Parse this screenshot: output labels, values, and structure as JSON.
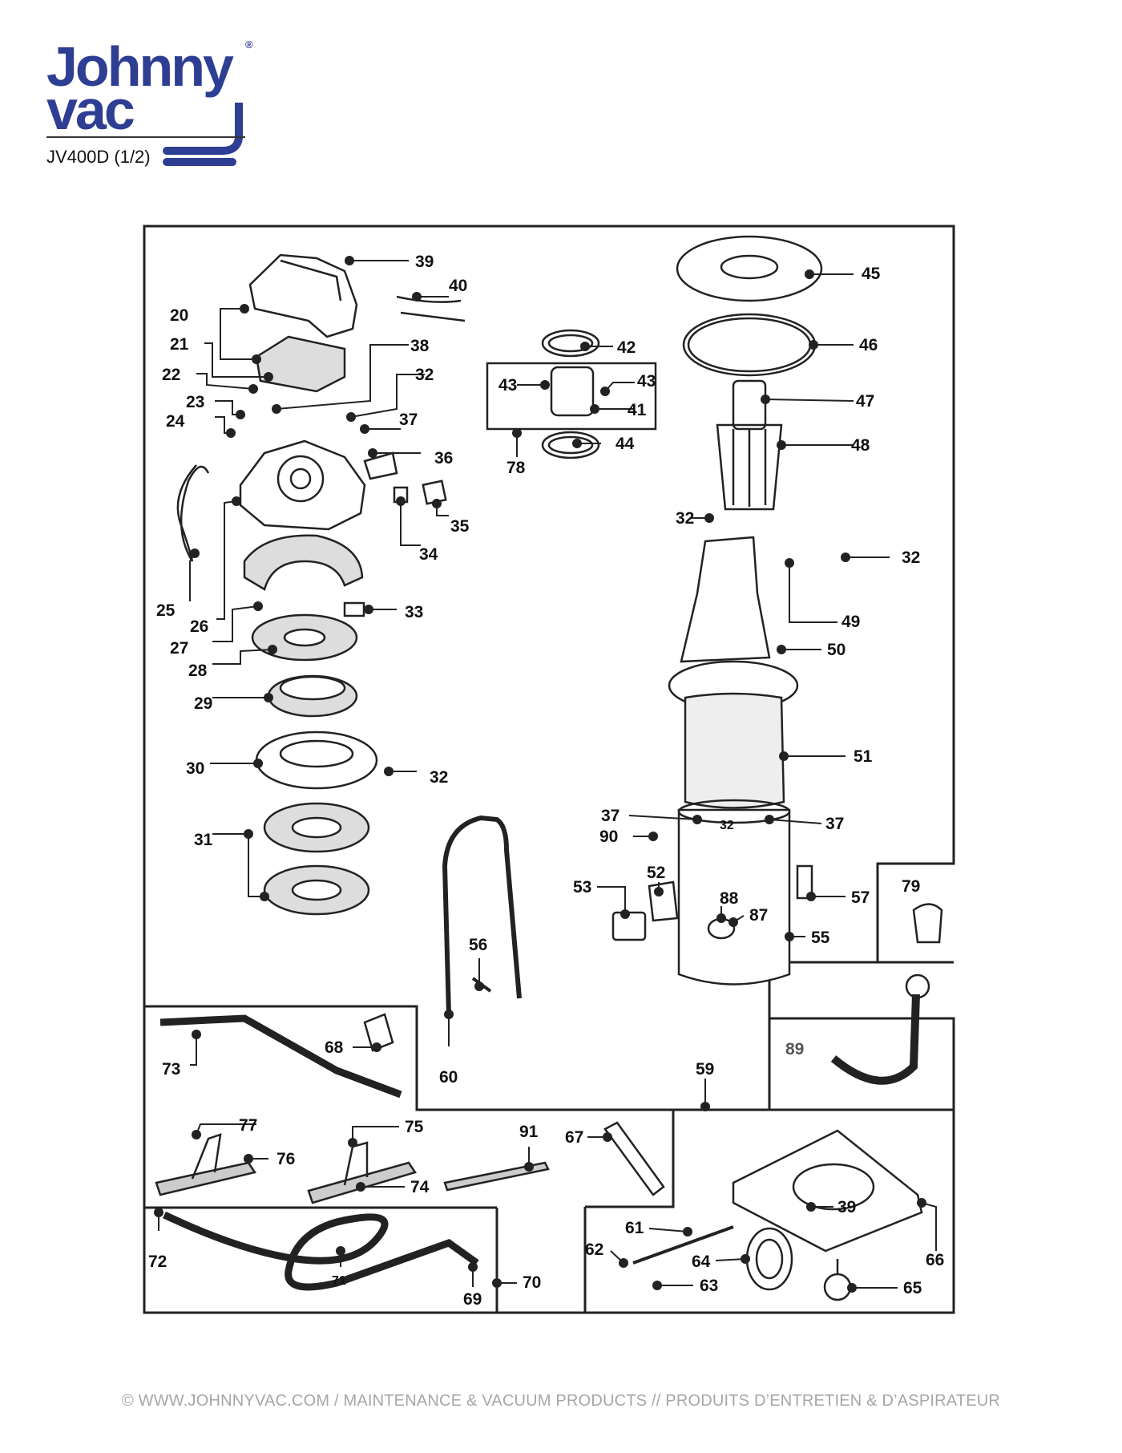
{
  "header": {
    "brand_line1": "Johnny",
    "brand_line2": "vac",
    "registered_mark": "®",
    "model": "JV400D (1/2)",
    "brand_color": "#2e3e93"
  },
  "callouts": [
    "20",
    "21",
    "22",
    "23",
    "24",
    "25",
    "26",
    "27",
    "28",
    "29",
    "30",
    "31",
    "32",
    "33",
    "34",
    "35",
    "36",
    "37",
    "38",
    "39",
    "40",
    "41",
    "42",
    "43",
    "44",
    "45",
    "46",
    "47",
    "48",
    "49",
    "50",
    "51",
    "52",
    "53",
    "55",
    "56",
    "57",
    "59",
    "60",
    "61",
    "62",
    "63",
    "64",
    "65",
    "66",
    "67",
    "68",
    "69",
    "70",
    "71",
    "72",
    "73",
    "74",
    "75",
    "76",
    "77",
    "78",
    "79",
    "87",
    "88",
    "89",
    "90",
    "91"
  ],
  "labels": {
    "p39a": "39",
    "p40": "40",
    "p20": "20",
    "p21": "21",
    "p38": "38",
    "p22": "22",
    "p32a": "32",
    "p23": "23",
    "p37a": "37",
    "p24": "24",
    "p36": "36",
    "p35": "35",
    "p34": "34",
    "p25": "25",
    "p26": "26",
    "p33": "33",
    "p27": "27",
    "p28": "28",
    "p29": "29",
    "p30": "30",
    "p32b": "32",
    "p31": "31",
    "p42": "42",
    "p43a": "43",
    "p43b": "43",
    "p41": "41",
    "p44": "44",
    "p78": "78",
    "p45": "45",
    "p46": "46",
    "p47": "47",
    "p48": "48",
    "p32c": "32",
    "p32d": "32",
    "p49": "49",
    "p50": "50",
    "p51": "51",
    "p37b": "37",
    "p32e": "32",
    "p37c": "37",
    "p90": "90",
    "p52": "52",
    "p53": "53",
    "p88": "88",
    "p87": "87",
    "p57": "57",
    "p55": "55",
    "p56": "56",
    "p60": "60",
    "p59": "59",
    "p79": "79",
    "p89": "89",
    "p68": "68",
    "p73": "73",
    "p77": "77",
    "p76": "76",
    "p75": "75",
    "p74": "74",
    "p91": "91",
    "p67": "67",
    "p72": "72",
    "p71": "71",
    "p69": "69",
    "p70": "70",
    "p61": "61",
    "p62": "62",
    "p64": "64",
    "p63": "63",
    "p39b": "39",
    "p66": "66",
    "p65": "65"
  },
  "footer": {
    "text": "© WWW.JOHNNYVAC.COM / MAINTENANCE & VACUUM PRODUCTS  //  PRODUITS D’ENTRETIEN & D’ASPIRATEUR"
  }
}
